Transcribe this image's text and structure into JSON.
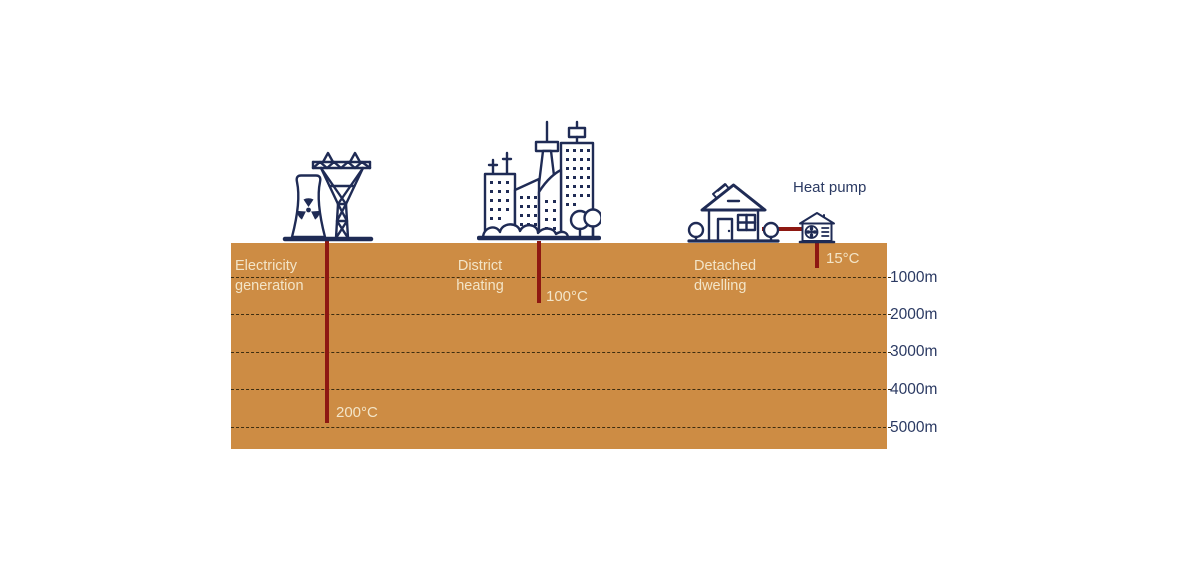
{
  "diagram": {
    "subject": "geothermal-energy-use-by-depth"
  },
  "colors": {
    "ground": "#CD8C44",
    "icon_navy": "#1F2B55",
    "borehole_red": "#8E1812",
    "label_cream": "#F3E5C8",
    "label_navy": "#2B3A63"
  },
  "depth_scale": {
    "labels": [
      "1000m",
      "2000m",
      "3000m",
      "4000m",
      "5000m"
    ]
  },
  "sites": [
    {
      "icon": "power-plant-icon",
      "label_lines": [
        "Electricity",
        "generation"
      ],
      "temperature": "200°C"
    },
    {
      "icon": "city-skyline-icon",
      "label_lines": [
        "District",
        "heating"
      ],
      "temperature": "100°C"
    },
    {
      "icon": "house-icon",
      "label_lines": [
        "Detached",
        "dwelling"
      ],
      "temperature": "15°C",
      "equipment_label": "Heat pump",
      "equipment_icon": "heat-pump-unit-icon"
    }
  ]
}
